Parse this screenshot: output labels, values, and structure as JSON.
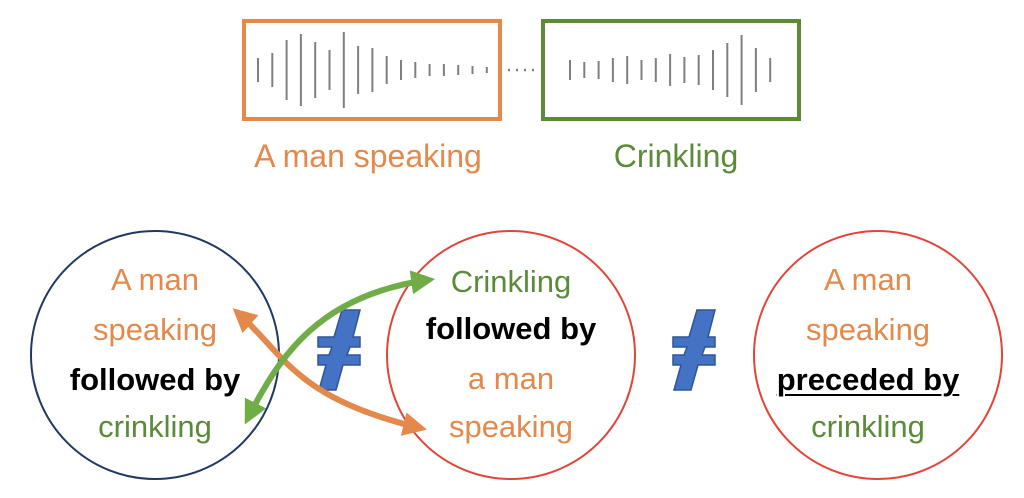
{
  "colors": {
    "orange": "#E2894B",
    "green": "#5B8A38",
    "navy": "#203864",
    "red": "#E0453A",
    "blue": "#4472C4",
    "wave": "#7f7f7f"
  },
  "audio": {
    "segment_1_label": "A man speaking",
    "segment_2_label": "Crinkling"
  },
  "circles": {
    "left": {
      "line_1": "A man",
      "line_2": "speaking",
      "line_3": "followed by",
      "line_4": "crinkling"
    },
    "middle": {
      "line_1": "Crinkling",
      "line_2": "followed by",
      "line_3": "a man",
      "line_4": "speaking"
    },
    "right": {
      "line_1": "A man",
      "line_2": "speaking",
      "line_3": "preceded by",
      "line_4": "crinkling"
    }
  },
  "icons": {
    "not_equal_1": "not-equal-icon",
    "not_equal_2": "not-equal-icon",
    "swap_arrows": "double-arrow-icon"
  }
}
